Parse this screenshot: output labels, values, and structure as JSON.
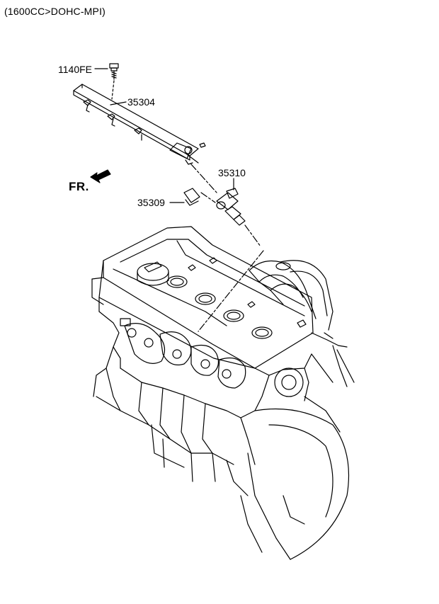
{
  "header": {
    "spec": "(1600CC>DOHC-MPI)"
  },
  "labels": {
    "bolt": "1140FE",
    "fuel_rail": "35304",
    "injector": "35310",
    "clip": "35309",
    "front": "FR."
  },
  "icons": {
    "front_arrow": "arrow-left-down-icon"
  },
  "colors": {
    "line": "#000000",
    "background": "#ffffff"
  }
}
